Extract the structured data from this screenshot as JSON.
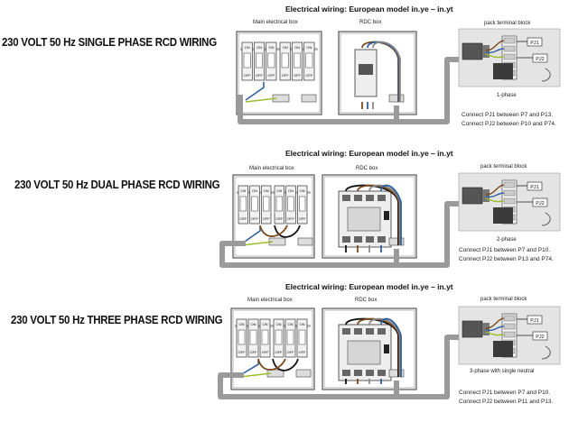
{
  "panels": [
    {
      "header": "Electrical wiring: European model in.ye – in.yt",
      "title": "230 VOLT 50 Hz SINGLE PHASE RCD WIRING",
      "main_box_label": "Main electrical box",
      "rdc_box_label": "RDC box",
      "terminal_label": "pack terminal block",
      "phase_label": "1-phase",
      "notes": [
        "Connect PJ1 between P7 and P13.",
        "Connect PJ2 between P10 and P74."
      ]
    },
    {
      "header": "Electrical wiring: European model in.ye – in.yt",
      "title": "230 VOLT 50 Hz DUAL PHASE RCD WIRING",
      "main_box_label": "Main electrical box",
      "rdc_box_label": "RDC box",
      "terminal_label": "pack terminal block",
      "phase_label": "2-phase",
      "notes": [
        "Connect PJ1 between P7 and P10.",
        "Connect PJ2 between P13 and P74."
      ]
    },
    {
      "header": "Electrical wiring: European model in.ye – in.yt",
      "title": "230 VOLT 50 Hz THREE PHASE RCD WIRING",
      "main_box_label": "Main electrical box",
      "rdc_box_label": "RDC box",
      "terminal_label": "pack terminal block",
      "phase_label": "3-phase  with single neutral",
      "notes": [
        "Connect PJ1 between P7 and P10.",
        "Connect PJ2 between P11 and P13."
      ]
    }
  ],
  "breaker_on": "ON",
  "breaker_off": "OFF",
  "pj1": "PJ1",
  "pj2": "PJ2",
  "colors": {
    "brown": "#7a4a1e",
    "blue": "#2f5f9e",
    "black": "#111111",
    "grey": "#8a8a8a",
    "green_yellow": "#9bbf2a",
    "conduit": "#9a9a9a"
  }
}
